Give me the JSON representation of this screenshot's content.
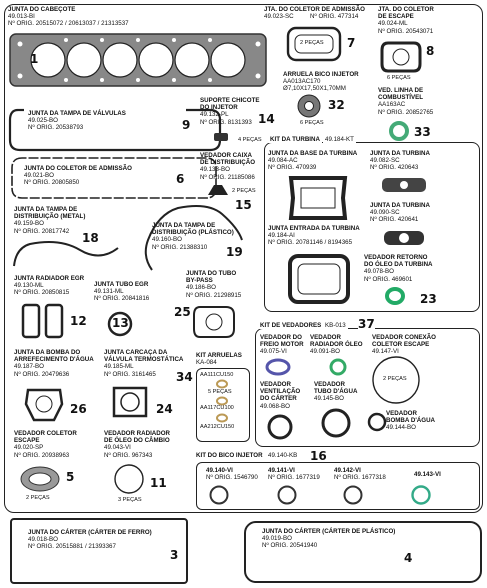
{
  "i1": {
    "l1": "JUNTA DO CABEÇOTE",
    "l2": "49.013-BI",
    "l3": "Nº ORIG. 20515072 / 20613037 / 21313537",
    "n": "1"
  },
  "i2": {
    "l1": "JTA. DO COLETOR DE ADMISSÃO",
    "l2": "49.023-SC",
    "l3": "Nº ORIG. 477314",
    "q": "2 PEÇAS",
    "n": "7"
  },
  "i3": {
    "l1": "JTA. DO COLETOR",
    "l2": "DE ESCAPE",
    "l3": "49.024-ML",
    "l4": "Nº ORIG. 20543071",
    "q": "6 PEÇAS",
    "n": "8"
  },
  "i4": {
    "l1": "ARRUELA BICO INJETOR",
    "l2": "AA013AC170",
    "l3": "Ø7,10X17,50X1,70MM",
    "q": "6 PEÇAS",
    "n": "32"
  },
  "i5": {
    "l1": "VED. LINHA DE",
    "l2": "COMBUSTÍVEL",
    "l3": "AA163AC",
    "l4": "Nº ORIG. 20852765",
    "n": "33"
  },
  "i6": {
    "l1": "JUNTA DA TAMPA DE VÁLVULAS",
    "l2": "49.025-BO",
    "l3": "Nº ORIG. 20538793",
    "n": "9"
  },
  "i7": {
    "l1": "SUPORTE CHICOTE",
    "l2": "DO INJETOR",
    "l3": "49.132-PL",
    "l4": "Nº ORIG. 8131393",
    "q": "4 PEÇAS",
    "n": "14"
  },
  "i8": {
    "l1": "JUNTA DO COLETOR DE ADMISSÃO",
    "l2": "49.021-BO",
    "l3": "Nº ORIG. 20805850",
    "n": "6"
  },
  "i9": {
    "l1": "VEDADOR CAIXA",
    "l2": "DE DISTRIBUIÇÃO",
    "l3": "49.133-BO",
    "l4": "Nº ORIG. 21185086",
    "q": "2 PEÇAS",
    "n": "15"
  },
  "turbo": {
    "title": "KIT DA TURBINA",
    "code": "49.184-KT"
  },
  "i10": {
    "l1": "JUNTA DA BASE DA TURBINA",
    "l2": "49.084-AC",
    "l3": "Nº ORIG. 470939"
  },
  "i11": {
    "l1": "JUNTA DA TURBINA",
    "l2": "49.082-SC",
    "l3": "Nº ORIG. 420643"
  },
  "i12": {
    "l1": "JUNTA DA TURBINA",
    "l2": "49.090-SC",
    "l3": "Nº ORIG. 420641"
  },
  "i13": {
    "l1": "JUNTA ENTRADA DA TURBINA",
    "l2": "49.184-AI",
    "l3": "Nº ORIG. 20781146 / 8194365"
  },
  "i14": {
    "l1": "VEDADOR RETORNO",
    "l2": "DO ÓLEO DA TURBINA",
    "l3": "49.078-BO",
    "l4": "Nº ORIG. 469601",
    "n": "23"
  },
  "i15": {
    "l1": "JUNTA DA TAMPA DE",
    "l2": "DISTRIBUIÇÃO (METAL)",
    "l3": "49.159-BO",
    "l4": "Nº ORIG. 20817742",
    "n": "18"
  },
  "i16": {
    "l1": "JUNTA DA TAMPA DE",
    "l2": "DISTRIBUIÇÃO (PLÁSTICO)",
    "l3": "49.160-BO",
    "l4": "Nº ORIG. 21388310",
    "n": "19"
  },
  "i17": {
    "l1": "JUNTA RADIADOR EGR",
    "l2": "49.130-ML",
    "l3": "Nº ORIG. 20850815",
    "n": "12"
  },
  "i18": {
    "l1": "JUNTA TUBO EGR",
    "l2": "49.131-ML",
    "l3": "Nº ORIG. 20841816",
    "n": "13"
  },
  "i19": {
    "l1": "JUNTA DO TUBO",
    "l2": "BY-PASS",
    "l3": "49.186-BO",
    "l4": "Nº ORIG. 21298915",
    "n": "25"
  },
  "ved": {
    "title": "KIT DE VEDADORES",
    "code": "KB-013",
    "n": "37"
  },
  "v1": {
    "l1": "VEDADOR DO",
    "l2": "FREIO MOTOR",
    "l3": "49.075-VI"
  },
  "v2": {
    "l1": "VEDADOR",
    "l2": "RADIADOR ÓLEO",
    "l3": "49.091-BO"
  },
  "v3": {
    "l1": "VEDADOR CONEXÃO",
    "l2": "COLETOR ESCAPE",
    "l3": "49.147-VI",
    "q": "2 PEÇAS"
  },
  "v4": {
    "l1": "VEDADOR",
    "l2": "VENTILAÇÃO",
    "l3": "DO CÁRTER",
    "l4": "49.068-BO"
  },
  "v5": {
    "l1": "VEDADOR",
    "l2": "TUBO D'ÁGUA",
    "l3": "49.145-BO"
  },
  "v6": {
    "l1": "VEDADOR",
    "l2": "BOMBA D'ÁGUA",
    "l3": "49.144-BO"
  },
  "i20": {
    "l1": "JUNTA DA BOMBA DO",
    "l2": "ARREFECIMENTO D'ÁGUA",
    "l3": "49.187-BO",
    "l4": "Nº ORIG. 20479636",
    "n": "26"
  },
  "i21": {
    "l1": "JUNTA CARCAÇA DA",
    "l2": "VÁLVULA TERMOSTÁTICA",
    "l3": "49.185-ML",
    "l4": "Nº ORIG. 3161465",
    "n": "24"
  },
  "arr": {
    "title": "KIT ARRUELAS",
    "code": "KA-084",
    "n": "34",
    "a1": "AA111CU150",
    "q1": "5 PEÇAS",
    "a2": "AA117CU100",
    "a3": "AA212CU150"
  },
  "i22": {
    "l1": "VEDADOR COLETOR",
    "l2": "ESCAPE",
    "l3": "49.020-SP",
    "l4": "Nº ORIG. 20938963",
    "q": "2 PEÇAS",
    "n": "5"
  },
  "i23": {
    "l1": "VEDADOR RADIADOR",
    "l2": "DE ÓLEO DO CÂMBIO",
    "l3": "49.043-VI",
    "l4": "Nº ORIG. 967343",
    "q": "3 PEÇAS",
    "n": "11"
  },
  "bico": {
    "title": "KIT DO BICO INJETOR",
    "code": "49.140-KB",
    "n": "16",
    "r1": {
      "c": "49.140-VI",
      "o": "Nº ORIG. 1546790"
    },
    "r2": {
      "c": "49.141-VI",
      "o": "Nº ORIG. 1677319"
    },
    "r3": {
      "c": "49.142-VI",
      "o": "Nº ORIG. 1677318"
    },
    "r4": {
      "c": "49.143-VI"
    }
  },
  "i24": {
    "l1": "JUNTA DO CÁRTER (CÁRTER DE FERRO)",
    "l2": "49.018-BO",
    "l3": "Nº ORIG. 20515881 / 21393367",
    "n": "3"
  },
  "i25": {
    "l1": "JUNTA DO CÁRTER (CÁRTER DE PLÁSTICO)",
    "l2": "49.019-BO",
    "l3": "Nº ORIG. 20541940",
    "n": "4"
  }
}
